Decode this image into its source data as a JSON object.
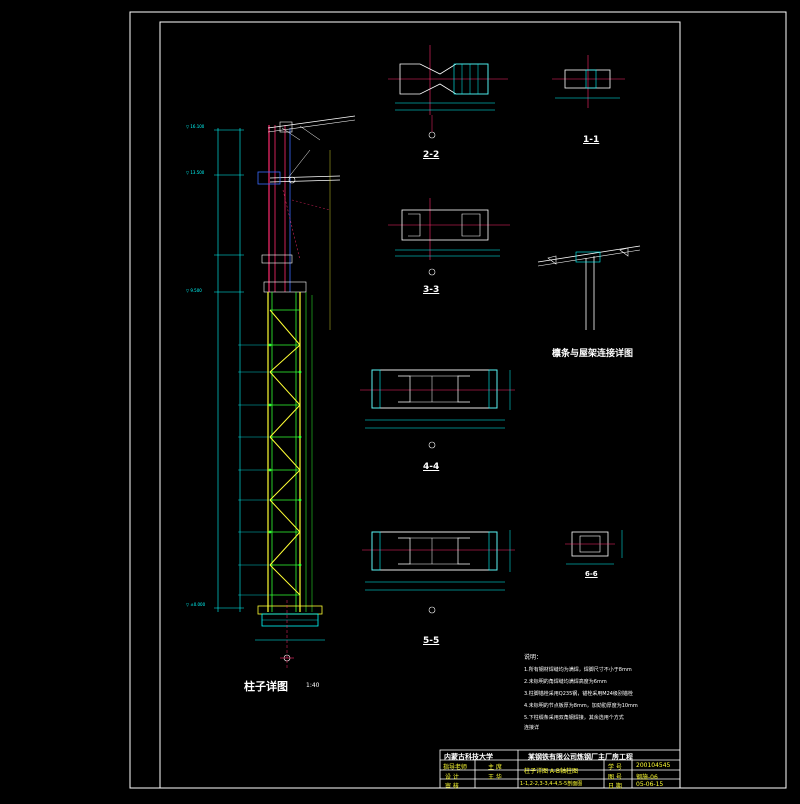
{
  "drawing": {
    "main_title": "柱子详图",
    "main_scale": "1:40",
    "sections": {
      "s22": "2-2",
      "s11": "1-1",
      "s33": "3-3",
      "s44": "4-4",
      "s55": "5-5",
      "s66": "6-6"
    },
    "purlin_detail_title": "檩条与屋架连接详图",
    "notes_title": "说明：",
    "notes": [
      "1.所有钢材焊缝均为满焊，焊脚尺寸不小于8mm",
      "2.未标明的角焊缝均满焊高度为6mm",
      "3.柱脚锚栓采用Q235钢，锚栓采用M24级别锚栓",
      "4.未标明的节点板厚为8mm，加劲肋厚度为10mm",
      "5.下柱缀条采用双角钢焊接，其余选用个方式",
      "连接详"
    ]
  },
  "title_block": {
    "school": "内蒙古科技大学",
    "project": "某钢铁有限公司炼钢厂主厂房工程",
    "role_chief": "指导老师",
    "role_name": "主 席",
    "designer_label": "设 计",
    "designer_name": "王 华",
    "checker_label": "审 核",
    "drawing_name": "柱子详图 A-B轴柱图",
    "drawing_sub": "1-1,2-2,3-3,4-4,5-5剖面图",
    "num_label": "学 号",
    "num_value": "200104545",
    "figno_label": "图 号",
    "figno_value": "钢施-06",
    "date_label": "日 期",
    "date_value": "05-06-15"
  },
  "colors": {
    "background": "#000000",
    "frame": "#ffffff",
    "column_red": "#ff2a6d",
    "lattice_yellow": "#ffff33",
    "lattice_green": "#33ff33",
    "dim_cyan": "#00ffff",
    "blue": "#3a6bff"
  }
}
